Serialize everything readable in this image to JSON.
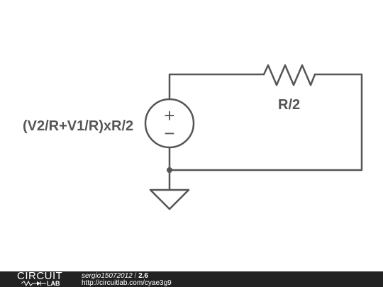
{
  "components": {
    "source_label": "(V2/R+V1/R)xR/2",
    "resistor_label": "R/2",
    "plus_sign": "+",
    "minus_sign": "−"
  },
  "footer": {
    "logo_top": "CIRCUIT",
    "logo_bottom": "LAB",
    "author": "sergio15072012",
    "separator": " / ",
    "version": "2.6",
    "url": "http://circuitlab.com/cyae3g9"
  },
  "colors": {
    "wire": "#555555",
    "background": "#ffffff",
    "footer_bg": "#222222",
    "footer_text": "#ffffff"
  }
}
